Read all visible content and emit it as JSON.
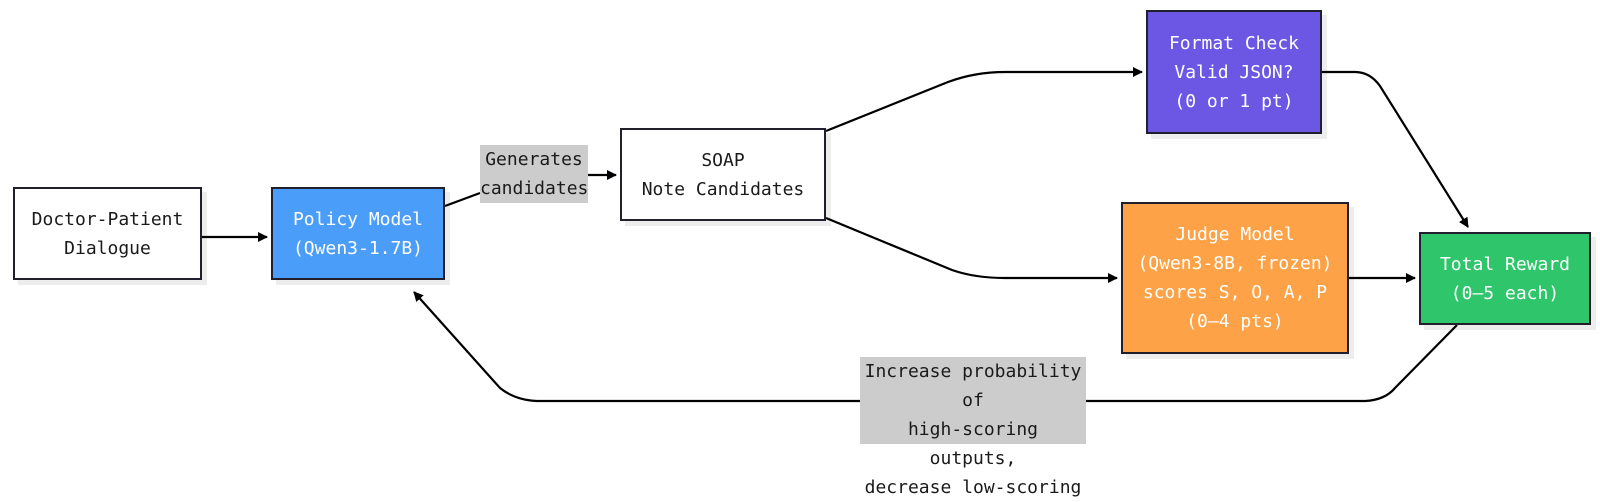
{
  "diagram": {
    "nodes": {
      "dialogue": {
        "text": "Doctor-Patient\nDialogue",
        "fill": "#ffffff"
      },
      "policy": {
        "text": "Policy Model\n(Qwen3-1.7B)",
        "fill": "#4b9dfa"
      },
      "soap": {
        "text": "SOAP\nNote Candidates",
        "fill": "#ffffff"
      },
      "format": {
        "text": "Format Check\nValid JSON?\n(0 or 1 pt)",
        "fill": "#6c57e4"
      },
      "judge": {
        "text": "Judge Model\n(Qwen3-8B, frozen)\nscores S, O, A, P\n(0–4 pts)",
        "fill": "#fda246"
      },
      "reward": {
        "text": "Total Reward\n(0–5 each)",
        "fill": "#2fc56a"
      }
    },
    "edge_labels": {
      "generates": "Generates\ncandidates",
      "feedback": "Increase probability of\nhigh-scoring outputs,\ndecrease low-scoring"
    },
    "colors": {
      "stroke": "#000000",
      "label_bg": "#cccccc"
    }
  }
}
